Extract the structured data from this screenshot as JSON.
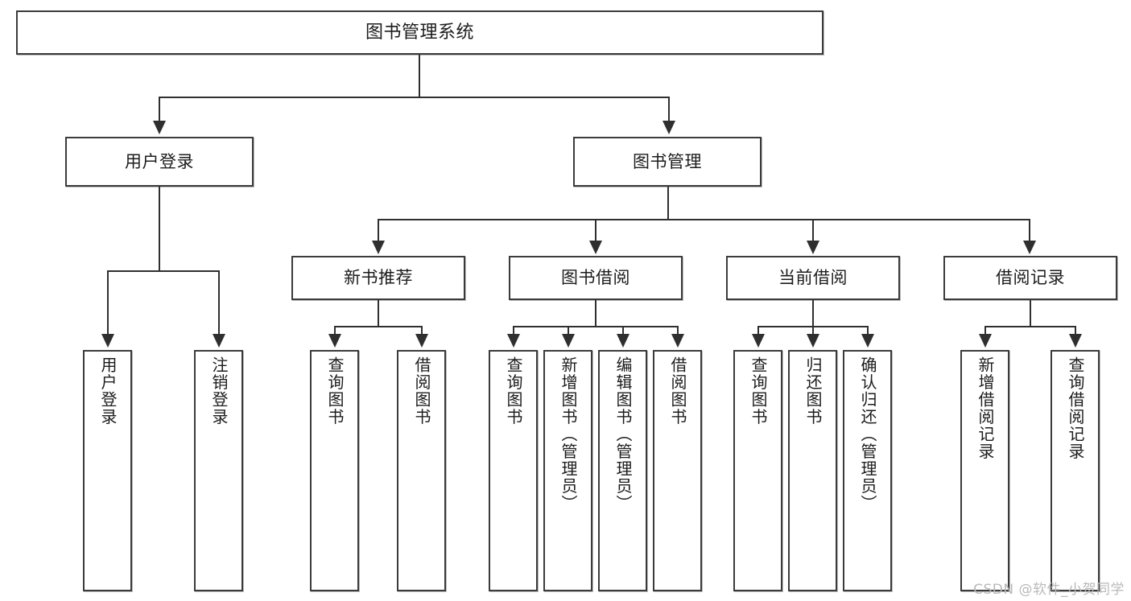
{
  "diagram": {
    "title": "图书管理系统",
    "type": "tree-hierarchy-diagram",
    "colors": {
      "box_border": "#3b3b3b",
      "connector": "#2f2f2f",
      "background": "#ffffff",
      "watermark": "#b9b9b9"
    },
    "root": {
      "label": "图书管理系统"
    },
    "level2": [
      {
        "label": "用户登录"
      },
      {
        "label": "图书管理"
      }
    ],
    "level3": [
      {
        "label": "新书推荐"
      },
      {
        "label": "图书借阅"
      },
      {
        "label": "当前借阅"
      },
      {
        "label": "借阅记录"
      }
    ],
    "leaves": {
      "user_login": [
        {
          "label": "用户登录"
        },
        {
          "label": "注销登录"
        }
      ],
      "new_book_recommend": [
        {
          "label": "查询图书"
        },
        {
          "label": "借阅图书"
        }
      ],
      "book_borrow": [
        {
          "label": "查询图书"
        },
        {
          "label": "新增图书（管理员）"
        },
        {
          "label": "编辑图书（管理员）"
        },
        {
          "label": "借阅图书"
        }
      ],
      "current_borrow": [
        {
          "label": "查询图书"
        },
        {
          "label": "归还图书"
        },
        {
          "label": "确认归还（管理员）"
        }
      ],
      "borrow_record": [
        {
          "label": "新增借阅记录"
        },
        {
          "label": "查询借阅记录"
        }
      ]
    }
  },
  "watermark": {
    "text": "CSDN @软件_小贺同学"
  }
}
